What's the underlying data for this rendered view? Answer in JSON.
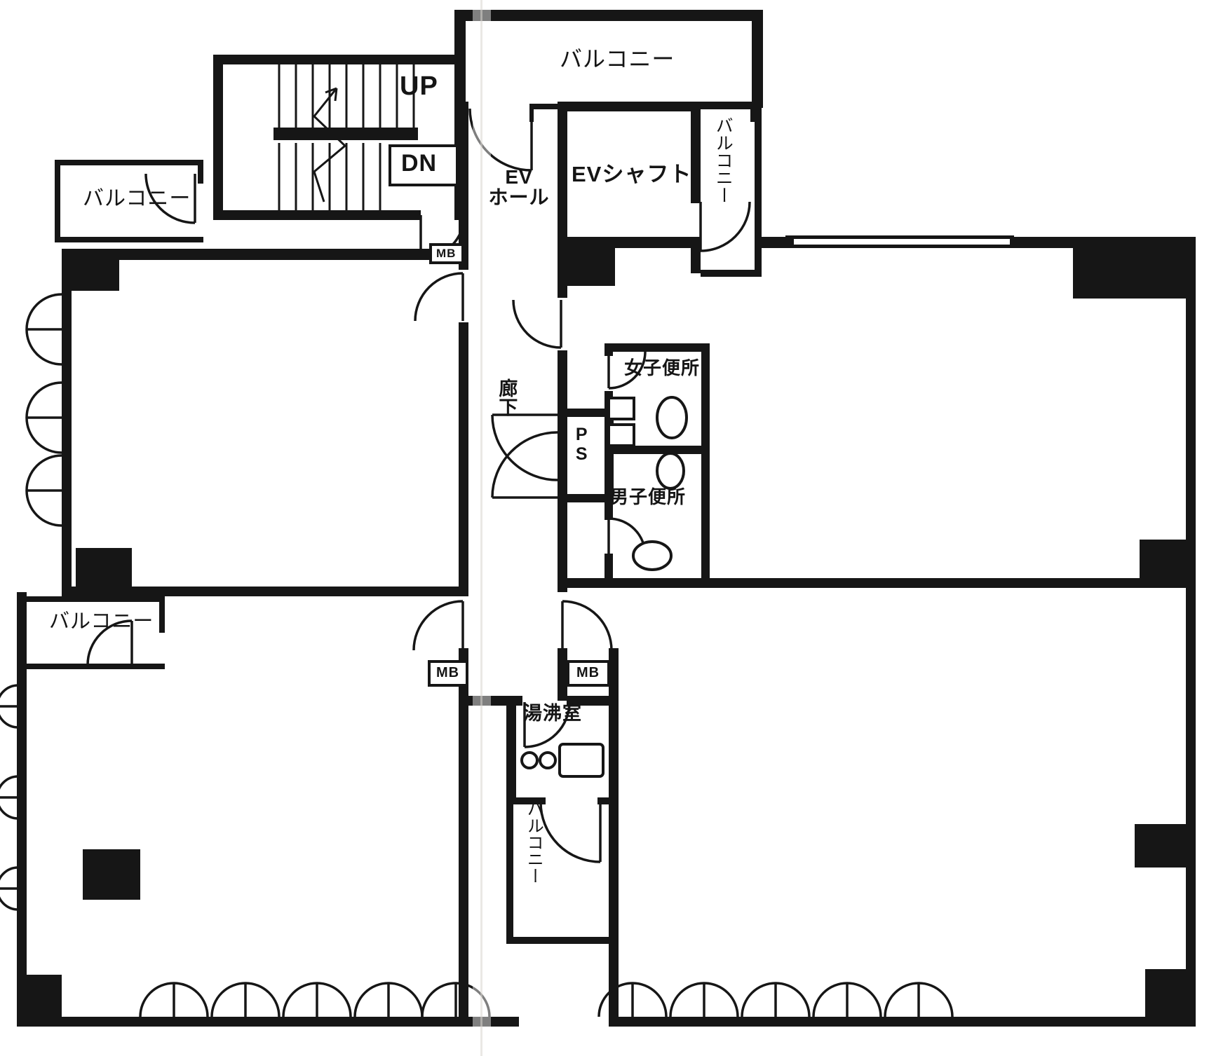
{
  "colors": {
    "ink": "#161616",
    "paper": "#ffffff"
  },
  "labels": {
    "balcony": "バルコニー",
    "up": "UP",
    "down": "DN",
    "ev_hall_line1": "EV",
    "ev_hall_line2": "ホール",
    "ev_shaft": "EVシャフト",
    "corridor": "廊下",
    "pipe_space": "PS",
    "womens_toilet": "女子便所",
    "mens_toilet": "男子便所",
    "meter_box": "MB",
    "kitchenette": "湯沸室"
  }
}
